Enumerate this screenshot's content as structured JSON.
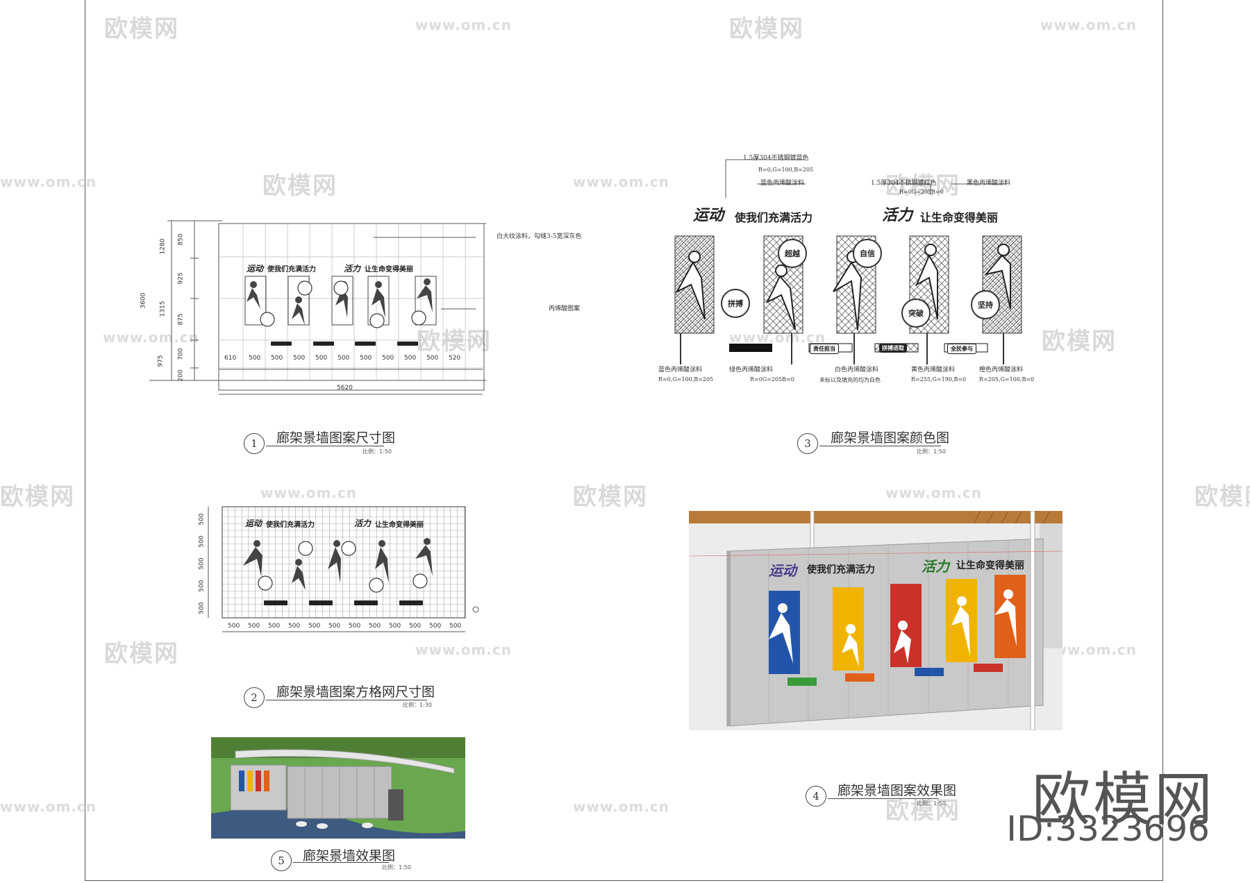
{
  "watermark": {
    "brand": "欧模网",
    "url": "www.om.cn"
  },
  "brand_logo": {
    "name": "欧模网",
    "id": "ID:3323696"
  },
  "colors": {
    "blue": "#2255aa",
    "yellow": "#f0b400",
    "red": "#c8322a",
    "orange": "#e0601a",
    "concrete": "#c9c9c9",
    "grass": "#4f9a2f",
    "roof": "#d9d9d9"
  },
  "slogans": {
    "left_script": "运动",
    "left_text": "使我们充满活力",
    "right_script": "活力",
    "right_text": "让生命变得美丽"
  },
  "circle_words": [
    "拼搏",
    "超越",
    "自信",
    "突破",
    "坚持"
  ],
  "drawing1": {
    "number": "1",
    "title": "廊架景墙图案尺寸图",
    "scale": "比例：1:50",
    "left_dims": [
      "850",
      "1280",
      "925",
      "3600",
      "1315",
      "875",
      "700",
      "975",
      "200"
    ],
    "bottom_dims": [
      "610",
      "500",
      "500",
      "500",
      "500",
      "500",
      "500",
      "500",
      "500",
      "500",
      "520"
    ],
    "total_width": "5620",
    "notes": [
      "白大纹涂料，勾缝3-5宽深灰色",
      "丙烯酸图案"
    ]
  },
  "drawing2": {
    "number": "2",
    "title": "廊架景墙图案方格网尺寸图",
    "scale": "比例：1:30",
    "left_dims": [
      "500",
      "500",
      "500",
      "500",
      "500"
    ],
    "bottom_dims": [
      "500",
      "500",
      "500",
      "500",
      "500",
      "500",
      "500",
      "500",
      "500",
      "500",
      "500",
      "500"
    ]
  },
  "drawing3": {
    "number": "3",
    "title": "廊架景墙图案颜色图",
    "scale": "比例：1:50",
    "top_notes": [
      {
        "text": "1.5厚304不锈钢镀蓝色",
        "sub": "R=0,G=100,B=205"
      },
      {
        "text": "蓝色丙烯酸涂料",
        "sub": ""
      },
      {
        "text": "1.5厚304不锈钢镀红色",
        "sub": "R=0G=205B=0"
      },
      {
        "text": "黑色丙烯酸涂料",
        "sub": ""
      }
    ],
    "bottom_notes": [
      {
        "text": "蓝色丙烯酸涂料",
        "sub": "R=0,G=100,B=205"
      },
      {
        "text": "绿色丙烯酸涂料",
        "sub": "R=0G=205B=0"
      },
      {
        "text": "白色丙烯酸涂料",
        "sub": "未标以及填充的均为白色"
      },
      {
        "text": "黄色丙烯酸涂料",
        "sub": "R=255,G=190,B=0"
      },
      {
        "text": "橙色丙烯酸涂料",
        "sub": "R=205,G=100,B=0"
      }
    ],
    "badges": [
      "责任担当",
      "拼搏进取",
      "全民参与"
    ]
  },
  "drawing4": {
    "number": "4",
    "title": "廊架景墙图案效果图",
    "scale": "比例：1:50"
  },
  "drawing5": {
    "number": "5",
    "title": "廊架景墙效果图",
    "scale": "比例：1:50"
  }
}
